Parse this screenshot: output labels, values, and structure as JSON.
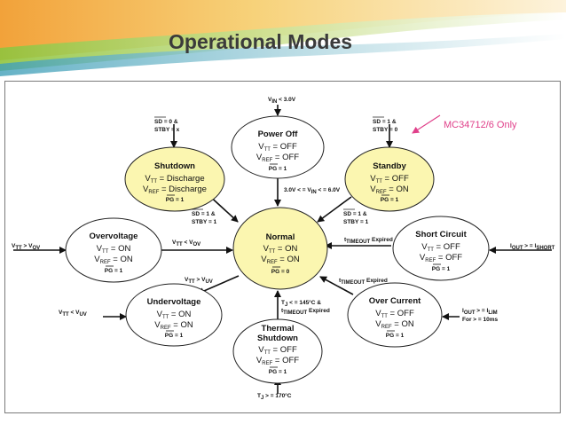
{
  "title": "Operational Modes",
  "note": "MC34712/6 Only",
  "colors": {
    "highlight_fill": "#fbf6b0",
    "plain_fill": "#ffffff",
    "note_color": "#e0408a",
    "title_color": "#3b3b3b"
  },
  "states": {
    "power_off": {
      "title": "Power Off",
      "l1": "V",
      "l1s": "TT",
      "l1v": " = OFF",
      "l2": "V",
      "l2s": "REF",
      "l2v": " = OFF",
      "pg": "PG = 1"
    },
    "shutdown": {
      "title": "Shutdown",
      "l1": "V",
      "l1s": "TT",
      "l1v": " = Discharge",
      "l2": "V",
      "l2s": "REF",
      "l2v": " = Discharge",
      "pg": "PG = 1"
    },
    "standby": {
      "title": "Standby",
      "l1": "V",
      "l1s": "TT",
      "l1v": " = OFF",
      "l2": "V",
      "l2s": "REF",
      "l2v": " = ON",
      "pg": "PG = 1"
    },
    "overvoltage": {
      "title": "Overvoltage",
      "l1": "V",
      "l1s": "TT",
      "l1v": " = ON",
      "l2": "V",
      "l2s": "REF",
      "l2v": " = ON",
      "pg": "PG = 1"
    },
    "normal": {
      "title": "Normal",
      "l1": "V",
      "l1s": "TT",
      "l1v": " = ON",
      "l2": "V",
      "l2s": "REF",
      "l2v": " = ON",
      "pg": "PG = 0"
    },
    "short_circuit": {
      "title": "Short Circuit",
      "l1": "V",
      "l1s": "TT",
      "l1v": " = OFF",
      "l2": "V",
      "l2s": "REF",
      "l2v": " = OFF",
      "pg": "PG = 1"
    },
    "undervoltage": {
      "title": "Undervoltage",
      "l1": "V",
      "l1s": "TT",
      "l1v": " = ON",
      "l2": "V",
      "l2s": "REF",
      "l2v": " = ON",
      "pg": "PG = 1"
    },
    "over_current": {
      "title": "Over Current",
      "l1": "V",
      "l1s": "TT",
      "l1v": " = OFF",
      "l2": "V",
      "l2s": "REF",
      "l2v": " = ON",
      "pg": "PG = 1"
    },
    "thermal_shutdown": {
      "title1": "Thermal",
      "title2": "Shutdown",
      "l1": "V",
      "l1s": "TT",
      "l1v": " = OFF",
      "l2": "V",
      "l2s": "REF",
      "l2v": " = OFF",
      "pg": "PG = 1"
    }
  },
  "conditions": {
    "vin_low": {
      "a": "V",
      "as": "IN",
      "b": " < 3.0V"
    },
    "vin_range": {
      "a": "3.0V < = V",
      "as": "IN",
      "b": " < = 6.0V"
    },
    "sd0_in": {
      "l1": "SD = 0 &",
      "l2": "STBY = x"
    },
    "sd1_stby0_in": {
      "l1": "SD = 1 &",
      "l2": "STBY = 0"
    },
    "sd1_stby1_shutdown": {
      "l1": "SD = 1 &",
      "l2": "STBY = 1"
    },
    "sd1_stby1_standby": {
      "l1": "SD = 1 &",
      "l2": "STBY = 1"
    },
    "vtt_gt_vov": {
      "a": "V",
      "as": "TT",
      "b": " > V",
      "bs": "OV"
    },
    "vtt_lt_vov": {
      "a": "V",
      "as": "TT",
      "b": " < V",
      "bs": "OV"
    },
    "vtt_gt_vuv": {
      "a": "V",
      "as": "TT",
      "b": " > V",
      "bs": "UV"
    },
    "vtt_lt_vuv": {
      "a": "V",
      "as": "TT",
      "b": " < V",
      "bs": "UV"
    },
    "timeout_sc": {
      "a": "t",
      "as": "TIMEOUT",
      "b": " Expired"
    },
    "timeout_oc": {
      "a": "t",
      "as": "TIMEOUT",
      "b": " Expired"
    },
    "iout_short": {
      "a": "I",
      "as": "OUT",
      "b": " > = I",
      "bs": "SHORT"
    },
    "iout_lim": {
      "a": "I",
      "as": "OUT",
      "b": " > = I",
      "bs": "LIM",
      "l2": "For > = 10ms"
    },
    "tj_timeout": {
      "a": "T",
      "as": "J",
      "b": " < = 145°C &",
      "c": "t",
      "cs": "TIMEOUT",
      "d": " Expired"
    },
    "tj_high": {
      "a": "T",
      "as": "J",
      "b": " > = 170°C"
    }
  }
}
